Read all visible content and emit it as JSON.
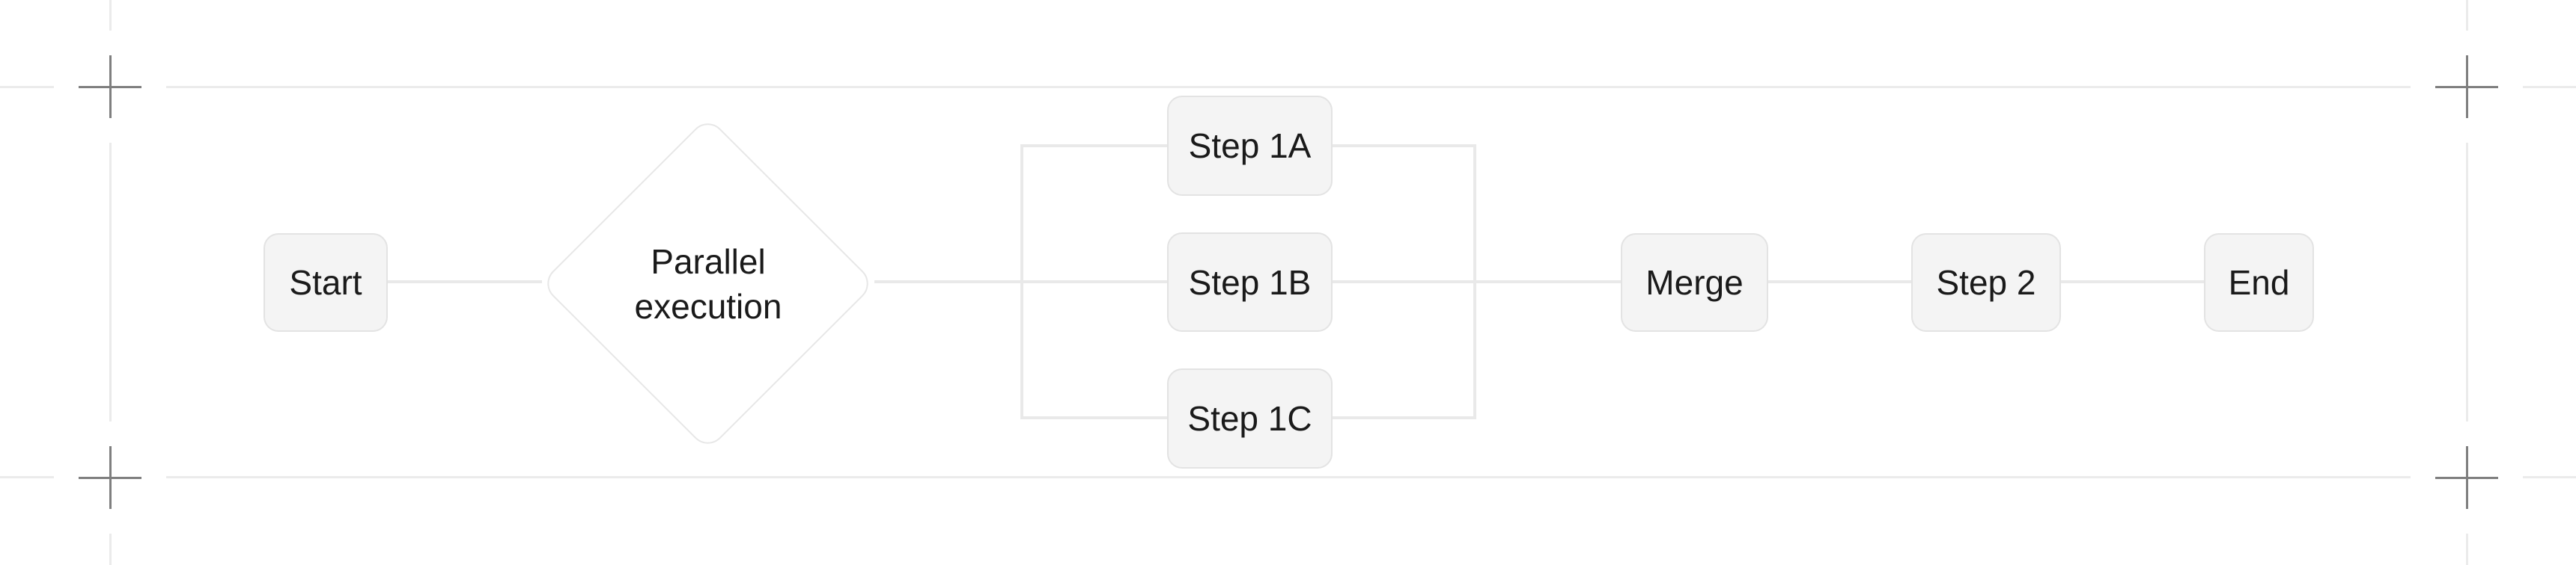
{
  "diagram": {
    "type": "flowchart",
    "direction": "left-to-right",
    "nodes": [
      {
        "id": "start",
        "label": "Start",
        "shape": "rounded-rectangle"
      },
      {
        "id": "parallel",
        "label": "Parallel execution",
        "shape": "diamond"
      },
      {
        "id": "step1a",
        "label": "Step 1A",
        "shape": "rounded-rectangle"
      },
      {
        "id": "step1b",
        "label": "Step 1B",
        "shape": "rounded-rectangle"
      },
      {
        "id": "step1c",
        "label": "Step 1C",
        "shape": "rounded-rectangle"
      },
      {
        "id": "merge",
        "label": "Merge",
        "shape": "rounded-rectangle"
      },
      {
        "id": "step2",
        "label": "Step 2",
        "shape": "rounded-rectangle"
      },
      {
        "id": "end",
        "label": "End",
        "shape": "rounded-rectangle"
      }
    ],
    "edges": [
      {
        "from": "start",
        "to": "parallel"
      },
      {
        "from": "parallel",
        "to": "step1a"
      },
      {
        "from": "parallel",
        "to": "step1b"
      },
      {
        "from": "parallel",
        "to": "step1c"
      },
      {
        "from": "step1a",
        "to": "merge"
      },
      {
        "from": "step1b",
        "to": "merge"
      },
      {
        "from": "step1c",
        "to": "merge"
      },
      {
        "from": "merge",
        "to": "step2"
      },
      {
        "from": "step2",
        "to": "end"
      }
    ],
    "frame": {
      "crop_marks": [
        "top-left",
        "top-right",
        "bottom-left",
        "bottom-right"
      ],
      "crop_mark_glyph": "+"
    }
  },
  "colors": {
    "node_fill": "#f4f4f4",
    "node_border": "#e3e3e3",
    "node_text": "#1a1a1a",
    "connector": "#e9e9e9",
    "guide": "#ebebeb",
    "crop_mark": "#7f7f7f",
    "canvas_bg": "#ffffff",
    "diamond_border": "#e7e7e7",
    "diamond_fill": "#ffffff"
  }
}
